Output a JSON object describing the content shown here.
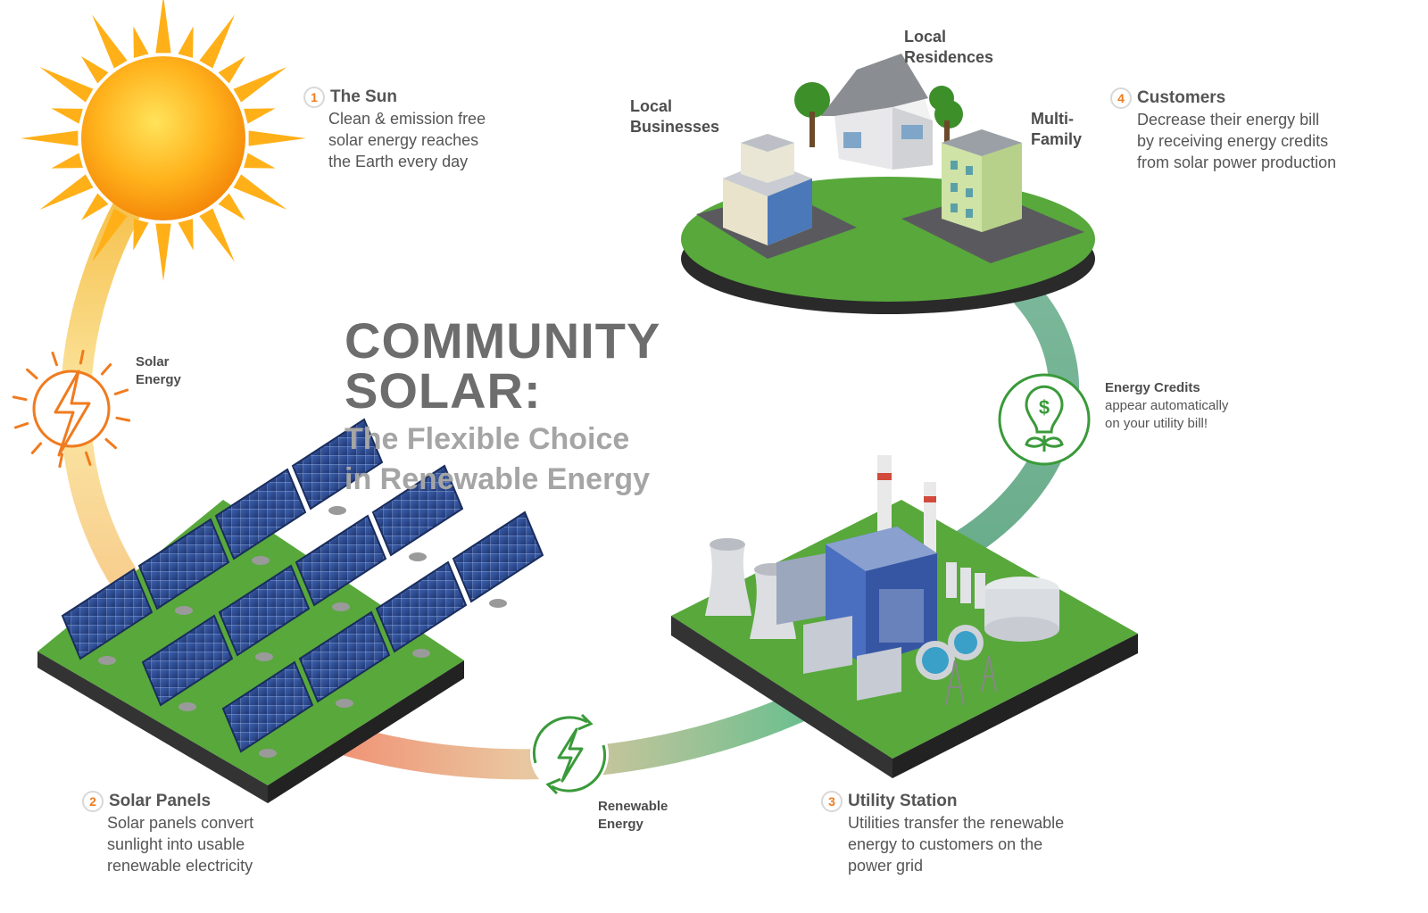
{
  "headline": {
    "line1": "COMMUNITY",
    "line2": "SOLAR:",
    "sub1": "The Flexible Choice",
    "sub2": "in Renewable Energy"
  },
  "steps": [
    {
      "num": "1",
      "title": "The Sun",
      "body": "Clean & emission free\nsolar energy reaches\nthe Earth every day"
    },
    {
      "num": "2",
      "title": "Solar Panels",
      "body": "Solar panels convert\nsunlight into usable\nrenewable electricity"
    },
    {
      "num": "3",
      "title": "Utility Station",
      "body": "Utilities transfer the renewable\nenergy to customers on the\npower grid"
    },
    {
      "num": "4",
      "title": "Customers",
      "body": "Decrease their energy bill\nby receiving energy credits\nfrom solar power production"
    }
  ],
  "flow_labels": {
    "solar_energy": "Solar\nEnergy",
    "renewable_energy": "Renewable\nEnergy",
    "energy_credits_title": "Energy Credits",
    "energy_credits_body": "appear automatically\non your utility bill!"
  },
  "customer_labels": {
    "residences": "Local\nResidences",
    "businesses": "Local\nBusinesses",
    "multifamily": "Multi-\nFamily"
  },
  "colors": {
    "accent_orange": "#f07b1e",
    "credit_green": "#3a9a3a",
    "grass": "#58a83c",
    "panel_blue": "#2b4a8a"
  },
  "icons": [
    "sun-icon",
    "lightning-icon",
    "renewable-cycle-icon",
    "dollar-bulb-icon"
  ]
}
